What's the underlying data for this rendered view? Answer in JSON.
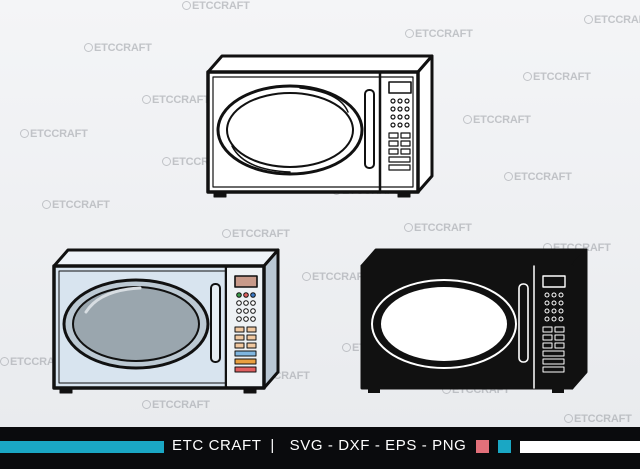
{
  "watermark": {
    "text": "ETCCRAFT"
  },
  "footer": {
    "brand": "ETC CRAFT",
    "separator": "|",
    "formats": "SVG - DXF - EPS - PNG"
  },
  "colors": {
    "accent_cyan": "#1aa7c4",
    "accent_pink": "#e2707a",
    "outline": "#111111",
    "silver_body": "#d8e4ef",
    "silver_window": "#9aa6ae"
  },
  "illustrations": [
    {
      "name": "microwave-outline",
      "style": "line-art"
    },
    {
      "name": "microwave-color",
      "style": "silver-color"
    },
    {
      "name": "microwave-silhouette",
      "style": "black-silhouette"
    }
  ]
}
